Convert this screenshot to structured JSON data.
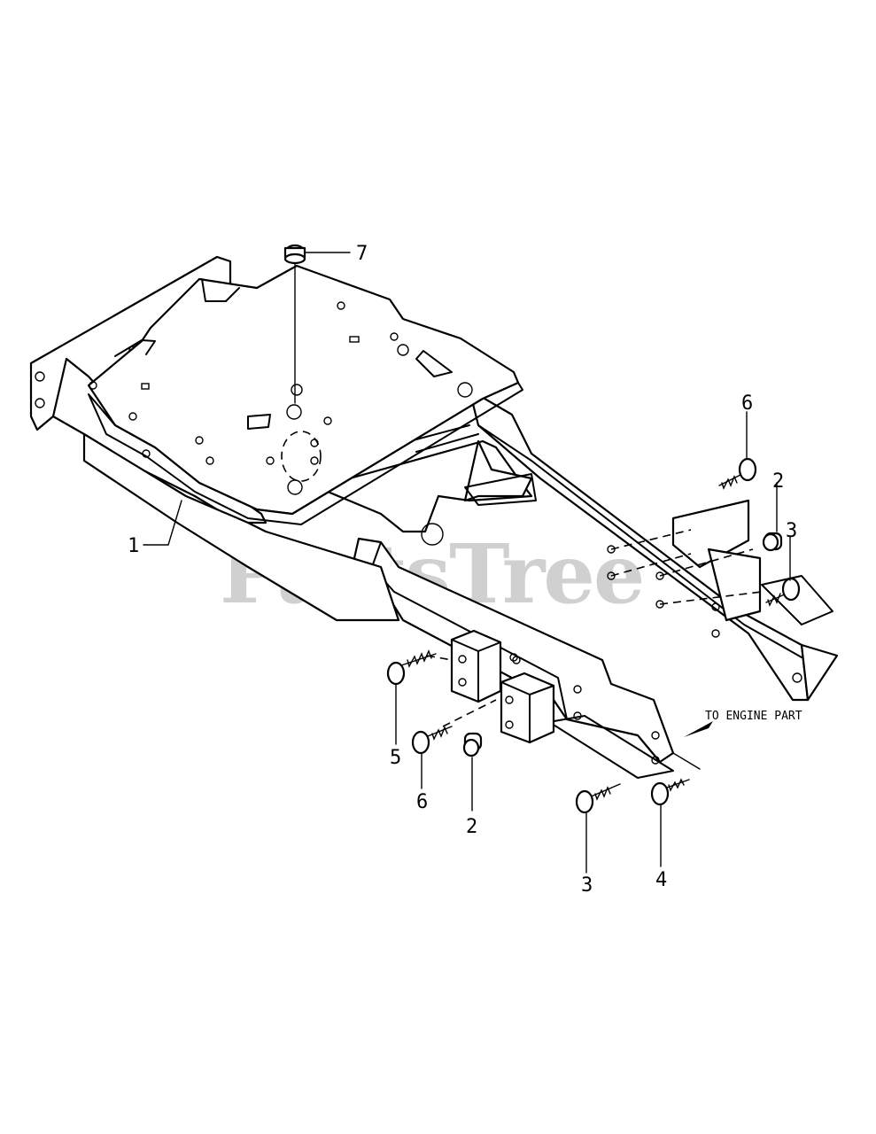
{
  "watermark": "PartsTree",
  "watermark_mark": "™",
  "note": "TO ENGINE PART",
  "callouts": [
    {
      "id": "1",
      "text": "1"
    },
    {
      "id": "2a",
      "text": "2"
    },
    {
      "id": "2b",
      "text": "2"
    },
    {
      "id": "3a",
      "text": "3"
    },
    {
      "id": "3b",
      "text": "3"
    },
    {
      "id": "4",
      "text": "4"
    },
    {
      "id": "5",
      "text": "5"
    },
    {
      "id": "6a",
      "text": "6"
    },
    {
      "id": "6b",
      "text": "6"
    },
    {
      "id": "7",
      "text": "7"
    }
  ]
}
